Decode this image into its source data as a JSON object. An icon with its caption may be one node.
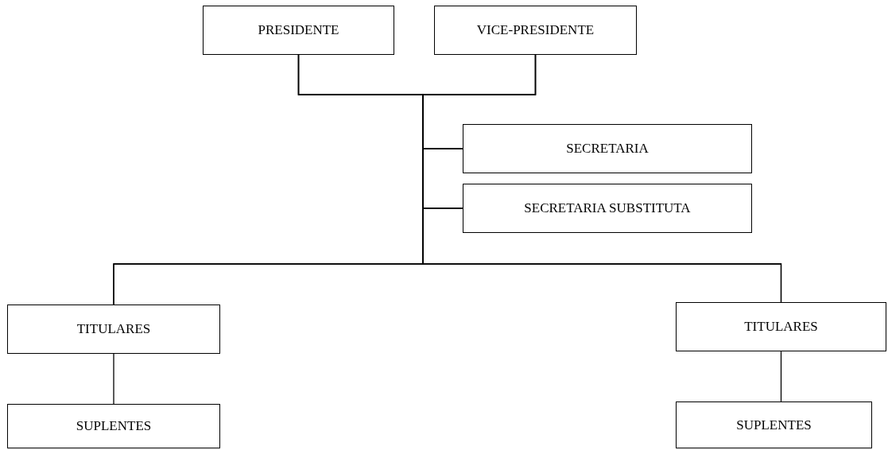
{
  "diagram": {
    "nodes": [
      {
        "text": [
          "PRESIDENTE"
        ]
      },
      {
        "text": [
          "VICE-PRESIDENTE"
        ]
      },
      {
        "text": [
          "SECRETARIA"
        ]
      },
      {
        "text": [
          "SECRETARIA SUBSTITUTA"
        ]
      },
      {
        "text": [
          "TITULARES"
        ]
      },
      {
        "text": [
          "SUPLENTES"
        ]
      },
      {
        "text": [
          "TITULARES"
        ]
      },
      {
        "text": [
          "SUPLENTES"
        ]
      }
    ],
    "edges": [
      {
        "from": 0,
        "to": 2,
        "arrow": "none"
      },
      {
        "from": 0,
        "to": 3,
        "arrow": "none"
      },
      {
        "from": 0,
        "to": 4,
        "arrow": "none"
      },
      {
        "from": 0,
        "to": 6,
        "arrow": "none"
      },
      {
        "from": 1,
        "to": 2,
        "arrow": "none"
      },
      {
        "from": 1,
        "to": 3,
        "arrow": "none"
      },
      {
        "from": 1,
        "to": 4,
        "arrow": "none"
      },
      {
        "from": 1,
        "to": 6,
        "arrow": "none"
      },
      {
        "from": 4,
        "to": 5,
        "arrow": "none"
      },
      {
        "from": 6,
        "to": 7,
        "arrow": "none"
      }
    ]
  }
}
